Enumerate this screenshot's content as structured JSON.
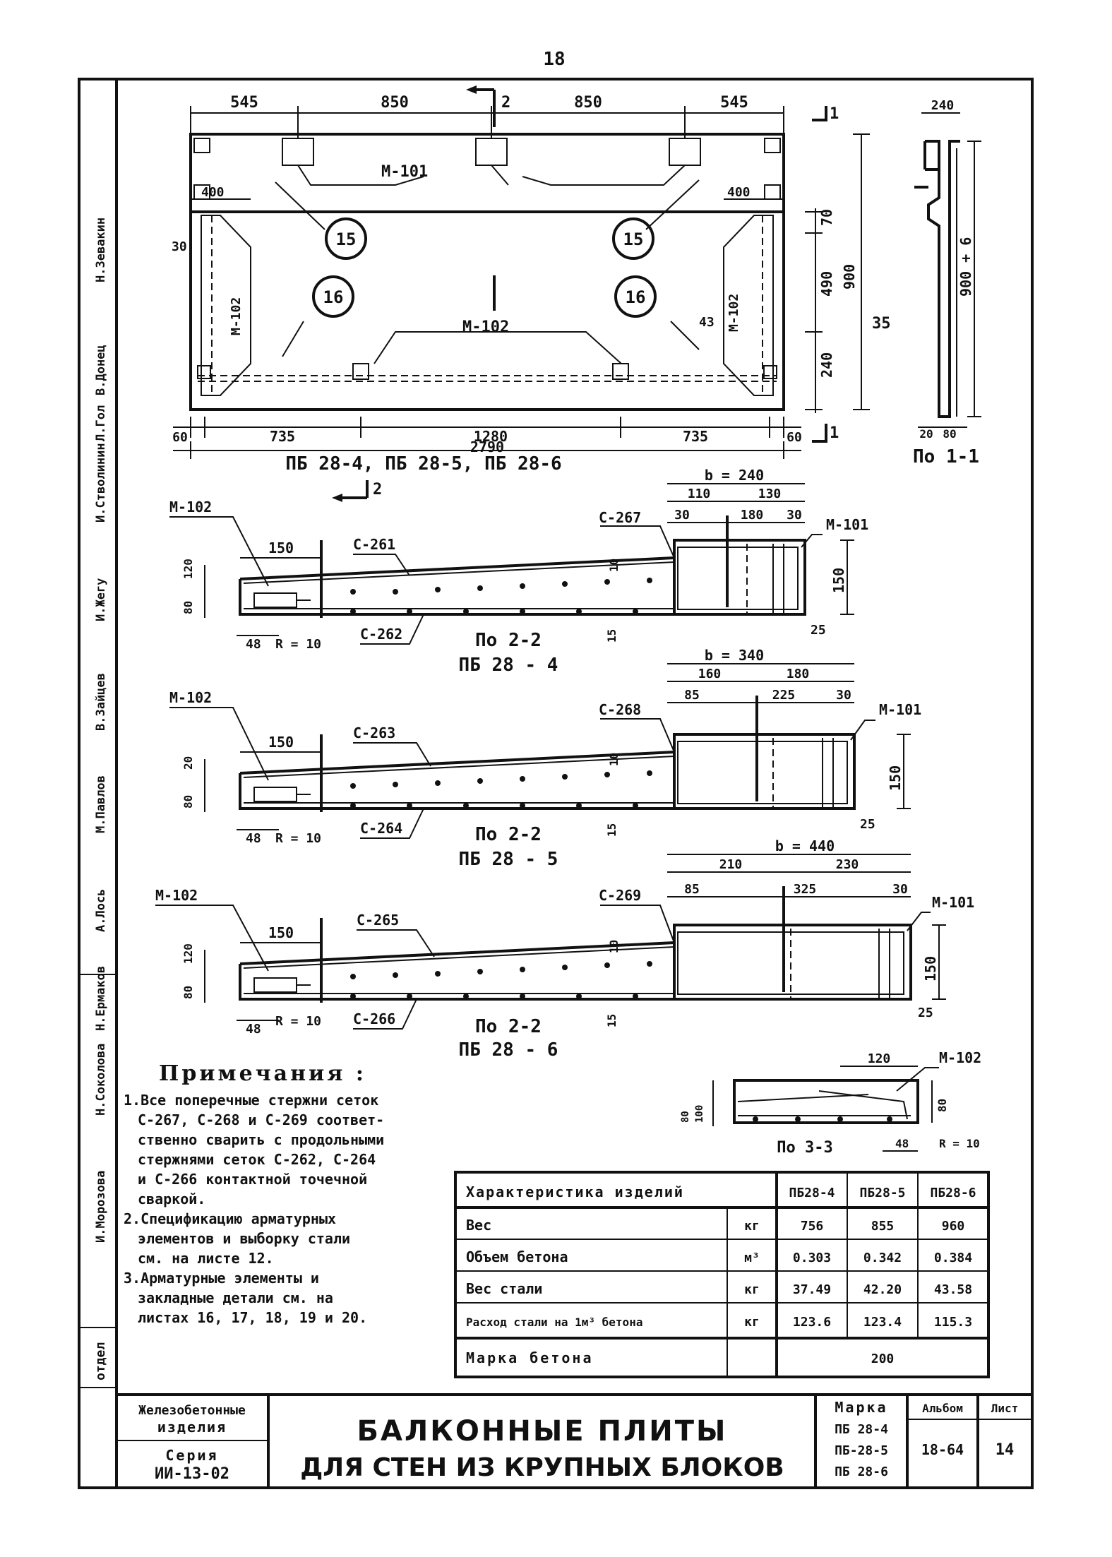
{
  "page_number": "18",
  "plan": {
    "dims_top": [
      "545",
      "850",
      "850",
      "545"
    ],
    "dims_bottom": [
      "60",
      "735",
      "1280",
      "735",
      "60"
    ],
    "total": "2790",
    "mesh_m101": "М-101",
    "mesh_m102": "М-102",
    "mesh_m102_left": "М-102",
    "mesh_m102_right": "М-102",
    "dim_400_left": "400",
    "dim_400_right": "400",
    "dim_30": "30",
    "dim_43": "43",
    "dims_right": [
      "70",
      "490",
      "240"
    ],
    "dim_h": "900",
    "dim_35": "35",
    "callout_15": "15",
    "callout_16": "16",
    "section_1": "1",
    "section_2": "2",
    "caption": "ПБ 28-4, ПБ 28-5, ПБ 28-6"
  },
  "section11": {
    "top_dim": "240",
    "height": "900 + 6",
    "bottom_dims": [
      "20",
      "80"
    ],
    "caption": "По 1-1"
  },
  "sec_pb4": {
    "b_label": "b = 240",
    "dims_top": [
      "110",
      "130"
    ],
    "dims_sub": [
      "30",
      "180",
      "30"
    ],
    "mesh_c_top": "С-267",
    "mesh_m102": "М-102",
    "mesh_m101": "М-101",
    "mesh_c1": "С-261",
    "mesh_c2": "С-262",
    "dim_150": "150",
    "dim_150_right": "150",
    "dim_left_a": "80",
    "dim_left_b": "120",
    "dim_10": "10",
    "dim_48": "48",
    "r10": "R = 10",
    "dim_25": "25",
    "dim_15": "15",
    "section": "По 2-2",
    "caption": "ПБ 28 - 4"
  },
  "sec_pb5": {
    "b_label": "b = 340",
    "dims_top": [
      "160",
      "180"
    ],
    "dims_sub": [
      "85",
      "225",
      "30"
    ],
    "mesh_c_top": "С-268",
    "mesh_m102": "М-102",
    "mesh_m101": "М-101",
    "mesh_c1": "С-263",
    "mesh_c2": "С-264",
    "dim_150": "150",
    "dim_150_right": "150",
    "dim_left_a": "80",
    "dim_left_b": "20",
    "dim_10": "10",
    "dim_48": "48",
    "r10": "R = 10",
    "dim_25": "25",
    "dim_15": "15",
    "section": "По 2-2",
    "caption": "ПБ 28 - 5"
  },
  "sec_pb6": {
    "b_label": "b = 440",
    "dims_top": [
      "210",
      "230"
    ],
    "dims_sub": [
      "85",
      "325",
      "30"
    ],
    "mesh_c_top": "С-269",
    "mesh_m102": "М-102",
    "mesh_m101": "М-101",
    "mesh_c1": "С-265",
    "mesh_c2": "С-266",
    "dim_150": "150",
    "dim_150_right": "150",
    "dim_left_a": "80",
    "dim_left_b": "120",
    "dim_10": "10",
    "dim_48": "48",
    "r10": "R = 10",
    "dim_25": "25",
    "dim_15": "15",
    "section": "По 2-2",
    "caption": "ПБ 28 - 6"
  },
  "sec33": {
    "dim_120": "120",
    "mesh_m102": "М-102",
    "left_dims": [
      "80",
      "100"
    ],
    "right_dim": "80",
    "dim_48": "48",
    "r10": "R = 10",
    "caption": "По 3-3"
  },
  "notes": {
    "title": "Примечания :",
    "lines": [
      "1.Все поперечные стержни сеток",
      "С-267, С-268 и С-269 соответ-",
      "ственно сварить с продольными",
      "стержнями сеток С-262, С-264",
      "и С-266 контактной точечной",
      "сваркой.",
      "2.Спецификацию арматурных",
      "элементов и выборку стали",
      "см. на листе 12.",
      "3.Арматурные элементы и",
      "закладные детали см. на",
      "листах 16, 17, 18, 19 и 20."
    ]
  },
  "table": {
    "header": [
      "Характеристика изделий",
      "ПБ28-4",
      "ПБ28-5",
      "ПБ28-6"
    ],
    "rows": [
      {
        "name": "Вес",
        "unit": "кг",
        "v": [
          "756",
          "855",
          "960"
        ]
      },
      {
        "name": "Объем бетона",
        "unit": "м³",
        "v": [
          "0.303",
          "0.342",
          "0.384"
        ]
      },
      {
        "name": "Вес стали",
        "unit": "кг",
        "v": [
          "37.49",
          "42.20",
          "43.58"
        ]
      },
      {
        "name": "Расход стали на 1м³ бетона",
        "unit": "кг",
        "v": [
          "123.6",
          "123.4",
          "115.3"
        ]
      }
    ],
    "last_row": {
      "name": "Марка бетона",
      "value": "200"
    }
  },
  "stamp": {
    "org_l1": "Железобетонные",
    "org_l2": "изделия",
    "series_l1": "Серия",
    "series_l2": "ИИ-13-02",
    "title_l1": "БАЛКОННЫЕ   ПЛИТЫ",
    "title_l2": "ДЛЯ СТЕН ИЗ КРУПНЫХ БЛОКОВ",
    "marka_h": "Марка",
    "marka_v": [
      "ПБ 28-4",
      "ПБ-28-5",
      "ПБ 28-6"
    ],
    "album_h": "Альбом",
    "album_v": "18-64",
    "sheet_h": "Лист",
    "sheet_v": "14"
  },
  "side_names": [
    "И.Морозова",
    "Н.Соколова",
    "Н.Ермаков",
    "А.Лось",
    "М.Павлов",
    "В.Зайцев",
    "И.Жегу",
    "И.Стволинин",
    "Л.Гол",
    "В.Донец",
    "Н.Зевакин"
  ],
  "side_label": "отдел"
}
